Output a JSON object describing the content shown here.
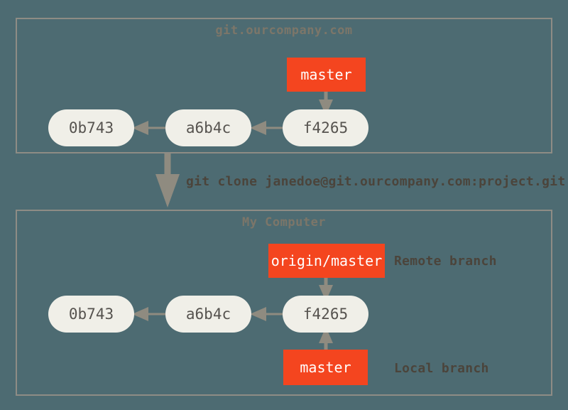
{
  "diagram": {
    "title_remote": "git.ourcompany.com",
    "title_local": "My Computer",
    "clone_command": "git clone janedoe@git.ourcompany.com:project.git",
    "colors": {
      "background": "#4d6b72",
      "panel_border": "#8e8c85",
      "commit_fill": "#f0efe8",
      "commit_text": "#56534f",
      "branch_fill": "#f4451f",
      "branch_text": "#ffffff",
      "arrow": "#8f8b80",
      "panel_title_text": "#7c7669",
      "annotation_text": "#4b443b"
    },
    "remote": {
      "commits": [
        {
          "id": "0b743"
        },
        {
          "id": "a6b4c"
        },
        {
          "id": "f4265"
        }
      ],
      "branches": [
        {
          "label": "master"
        }
      ]
    },
    "local": {
      "commits": [
        {
          "id": "0b743"
        },
        {
          "id": "a6b4c"
        },
        {
          "id": "f4265"
        }
      ],
      "branches": [
        {
          "label": "origin/master",
          "annotation": "Remote branch"
        },
        {
          "label": "master",
          "annotation": "Local branch"
        }
      ]
    }
  }
}
